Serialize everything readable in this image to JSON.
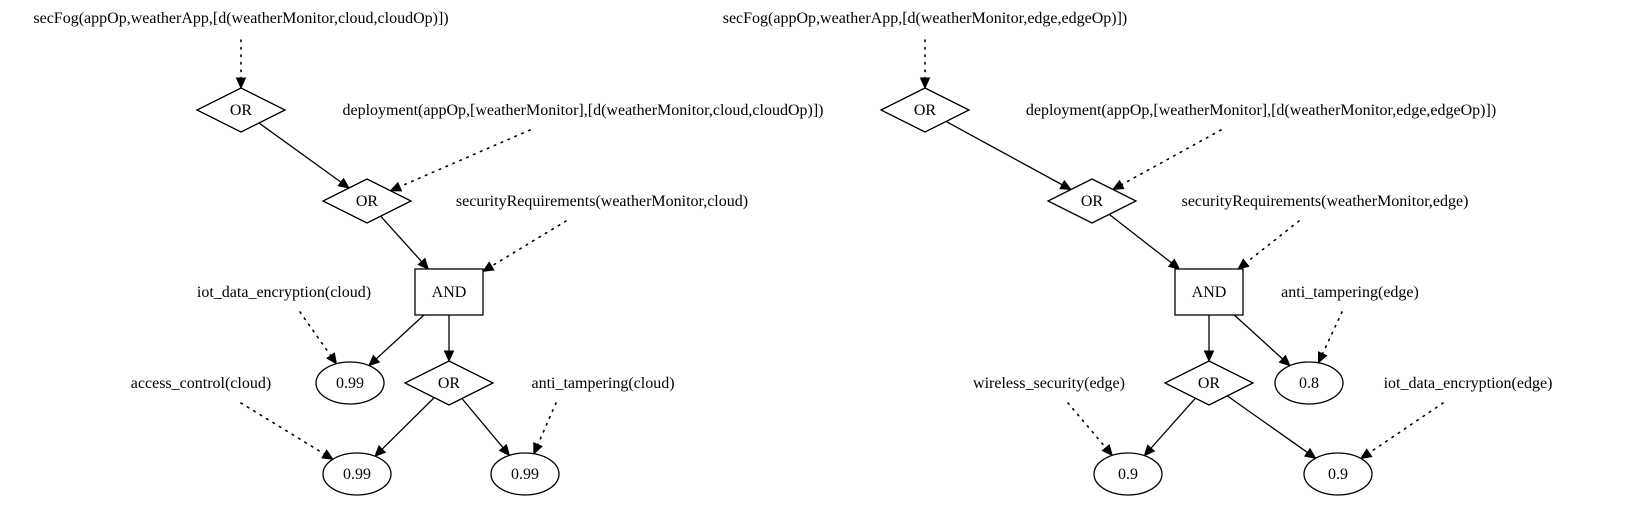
{
  "diagrams": [
    {
      "id": "cloud",
      "nodes": [
        {
          "id": "goal",
          "type": "label",
          "text": "secFog(appOp,weatherApp,[d(weatherMonitor,cloud,cloudOp)])"
        },
        {
          "id": "or1",
          "type": "diamond",
          "text": "OR"
        },
        {
          "id": "dep",
          "type": "label",
          "text": "deployment(appOp,[weatherMonitor],[d(weatherMonitor,cloud,cloudOp)])"
        },
        {
          "id": "or2",
          "type": "diamond",
          "text": "OR"
        },
        {
          "id": "secreq",
          "type": "label",
          "text": "securityRequirements(weatherMonitor,cloud)"
        },
        {
          "id": "and",
          "type": "box",
          "text": "AND"
        },
        {
          "id": "iotlbl",
          "type": "label",
          "text": "iot_data_encryption(cloud)"
        },
        {
          "id": "v_iot",
          "type": "ellipse",
          "text": "0.99"
        },
        {
          "id": "or3",
          "type": "diamond",
          "text": "OR"
        },
        {
          "id": "acclbl",
          "type": "label",
          "text": "access_control(cloud)"
        },
        {
          "id": "antilbl",
          "type": "label",
          "text": "anti_tampering(cloud)"
        },
        {
          "id": "v_acc",
          "type": "ellipse",
          "text": "0.99"
        },
        {
          "id": "v_anti",
          "type": "ellipse",
          "text": "0.99"
        }
      ],
      "edges": [
        {
          "from": "goal",
          "to": "or1",
          "style": "dotted"
        },
        {
          "from": "or1",
          "to": "or2",
          "style": "solid"
        },
        {
          "from": "dep",
          "to": "or2",
          "style": "dotted"
        },
        {
          "from": "or2",
          "to": "and",
          "style": "solid"
        },
        {
          "from": "secreq",
          "to": "and",
          "style": "dotted"
        },
        {
          "from": "and",
          "to": "v_iot",
          "style": "solid"
        },
        {
          "from": "and",
          "to": "or3",
          "style": "solid"
        },
        {
          "from": "iotlbl",
          "to": "v_iot",
          "style": "dotted"
        },
        {
          "from": "or3",
          "to": "v_acc",
          "style": "solid"
        },
        {
          "from": "or3",
          "to": "v_anti",
          "style": "solid"
        },
        {
          "from": "acclbl",
          "to": "v_acc",
          "style": "dotted"
        },
        {
          "from": "antilbl",
          "to": "v_anti",
          "style": "dotted"
        }
      ]
    },
    {
      "id": "edge",
      "nodes": [
        {
          "id": "goal",
          "type": "label",
          "text": "secFog(appOp,weatherApp,[d(weatherMonitor,edge,edgeOp)])"
        },
        {
          "id": "or1",
          "type": "diamond",
          "text": "OR"
        },
        {
          "id": "dep",
          "type": "label",
          "text": "deployment(appOp,[weatherMonitor],[d(weatherMonitor,edge,edgeOp)])"
        },
        {
          "id": "or2",
          "type": "diamond",
          "text": "OR"
        },
        {
          "id": "secreq",
          "type": "label",
          "text": "securityRequirements(weatherMonitor,edge)"
        },
        {
          "id": "and",
          "type": "box",
          "text": "AND"
        },
        {
          "id": "antilbl",
          "type": "label",
          "text": "anti_tampering(edge)"
        },
        {
          "id": "or3",
          "type": "diamond",
          "text": "OR"
        },
        {
          "id": "v_anti",
          "type": "ellipse",
          "text": "0.8"
        },
        {
          "id": "wirelbl",
          "type": "label",
          "text": "wireless_security(edge)"
        },
        {
          "id": "iotlbl",
          "type": "label",
          "text": "iot_data_encryption(edge)"
        },
        {
          "id": "v_wire",
          "type": "ellipse",
          "text": "0.9"
        },
        {
          "id": "v_iot",
          "type": "ellipse",
          "text": "0.9"
        }
      ],
      "edges": [
        {
          "from": "goal",
          "to": "or1",
          "style": "dotted"
        },
        {
          "from": "or1",
          "to": "or2",
          "style": "solid"
        },
        {
          "from": "dep",
          "to": "or2",
          "style": "dotted"
        },
        {
          "from": "or2",
          "to": "and",
          "style": "solid"
        },
        {
          "from": "secreq",
          "to": "and",
          "style": "dotted"
        },
        {
          "from": "and",
          "to": "or3",
          "style": "solid"
        },
        {
          "from": "and",
          "to": "v_anti",
          "style": "solid"
        },
        {
          "from": "antilbl",
          "to": "v_anti",
          "style": "dotted"
        },
        {
          "from": "or3",
          "to": "v_wire",
          "style": "solid"
        },
        {
          "from": "or3",
          "to": "v_iot",
          "style": "solid"
        },
        {
          "from": "wirelbl",
          "to": "v_wire",
          "style": "dotted"
        },
        {
          "from": "iotlbl",
          "to": "v_iot",
          "style": "dotted"
        }
      ]
    }
  ]
}
